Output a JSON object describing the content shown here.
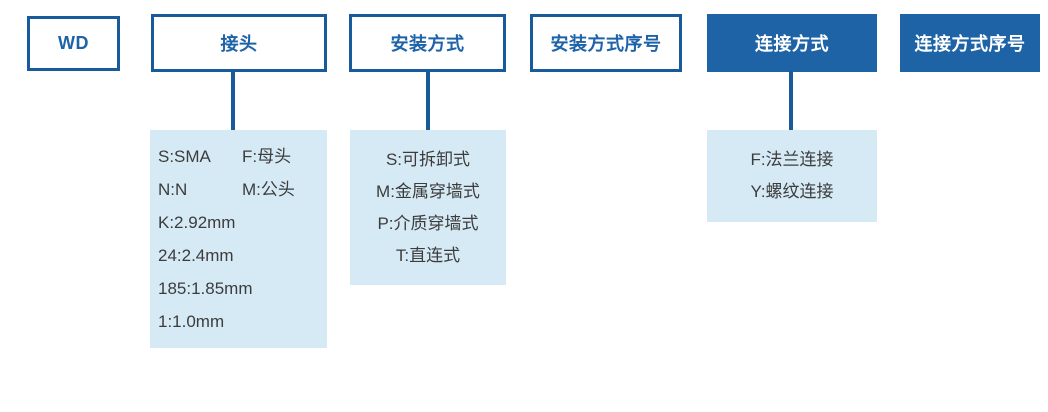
{
  "header_boxes": [
    {
      "label": "WD",
      "style": "outline"
    },
    {
      "label": "接头",
      "style": "outline"
    },
    {
      "label": "安装方式",
      "style": "outline"
    },
    {
      "label": "安装方式序号",
      "style": "outline"
    },
    {
      "label": "连接方式",
      "style": "filled"
    },
    {
      "label": "连接方式序号",
      "style": "filled"
    }
  ],
  "connector_options": {
    "rows": [
      {
        "col1": "S:SMA",
        "col2": "F:母头"
      },
      {
        "col1": "N:N",
        "col2": "M:公头"
      },
      {
        "col1": "K:2.92mm",
        "col2": ""
      },
      {
        "col1": "24:2.4mm",
        "col2": ""
      },
      {
        "col1": "185:1.85mm",
        "col2": ""
      },
      {
        "col1": "1:1.0mm",
        "col2": ""
      }
    ]
  },
  "mounting_options": {
    "rows": [
      "S:可拆卸式",
      "M:金属穿墙式",
      "P:介质穿墙式",
      "T:直连式"
    ]
  },
  "connection_options": {
    "rows": [
      "F:法兰连接",
      "Y:螺纹连接"
    ]
  },
  "colors": {
    "border_blue": "#195a9b",
    "header_text_blue": "#1d63a8",
    "fill_blue": "#1d63a6",
    "light_blue": "#d6eaf6",
    "list_text": "#3c3c3c"
  }
}
